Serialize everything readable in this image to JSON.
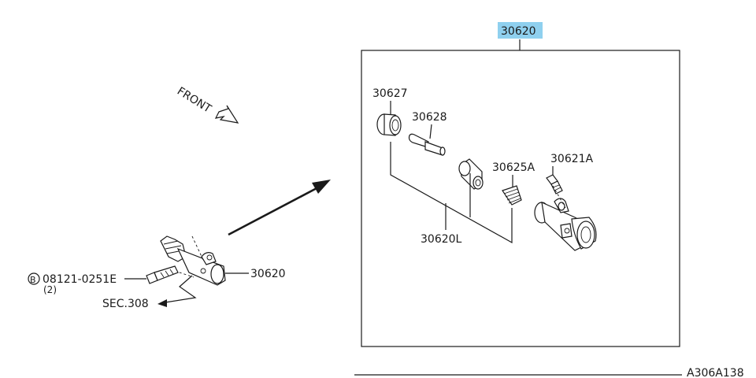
{
  "callouts": {
    "assembly_top": "30620",
    "cup": "30627",
    "pushrod": "30628",
    "spring": "30625A",
    "bleeder": "30621A",
    "kit": "30620L",
    "assembly_small": "30620",
    "bolt_part": "08121-0251E",
    "bolt_qty": "(2)",
    "bolt_marker": "B",
    "section_ref": "SEC.308",
    "front": "FRONT",
    "diagram_code": "A306A138"
  },
  "colors": {
    "highlight": "#8fd0ef",
    "line": "#1a1a1a",
    "background": "#ffffff"
  }
}
